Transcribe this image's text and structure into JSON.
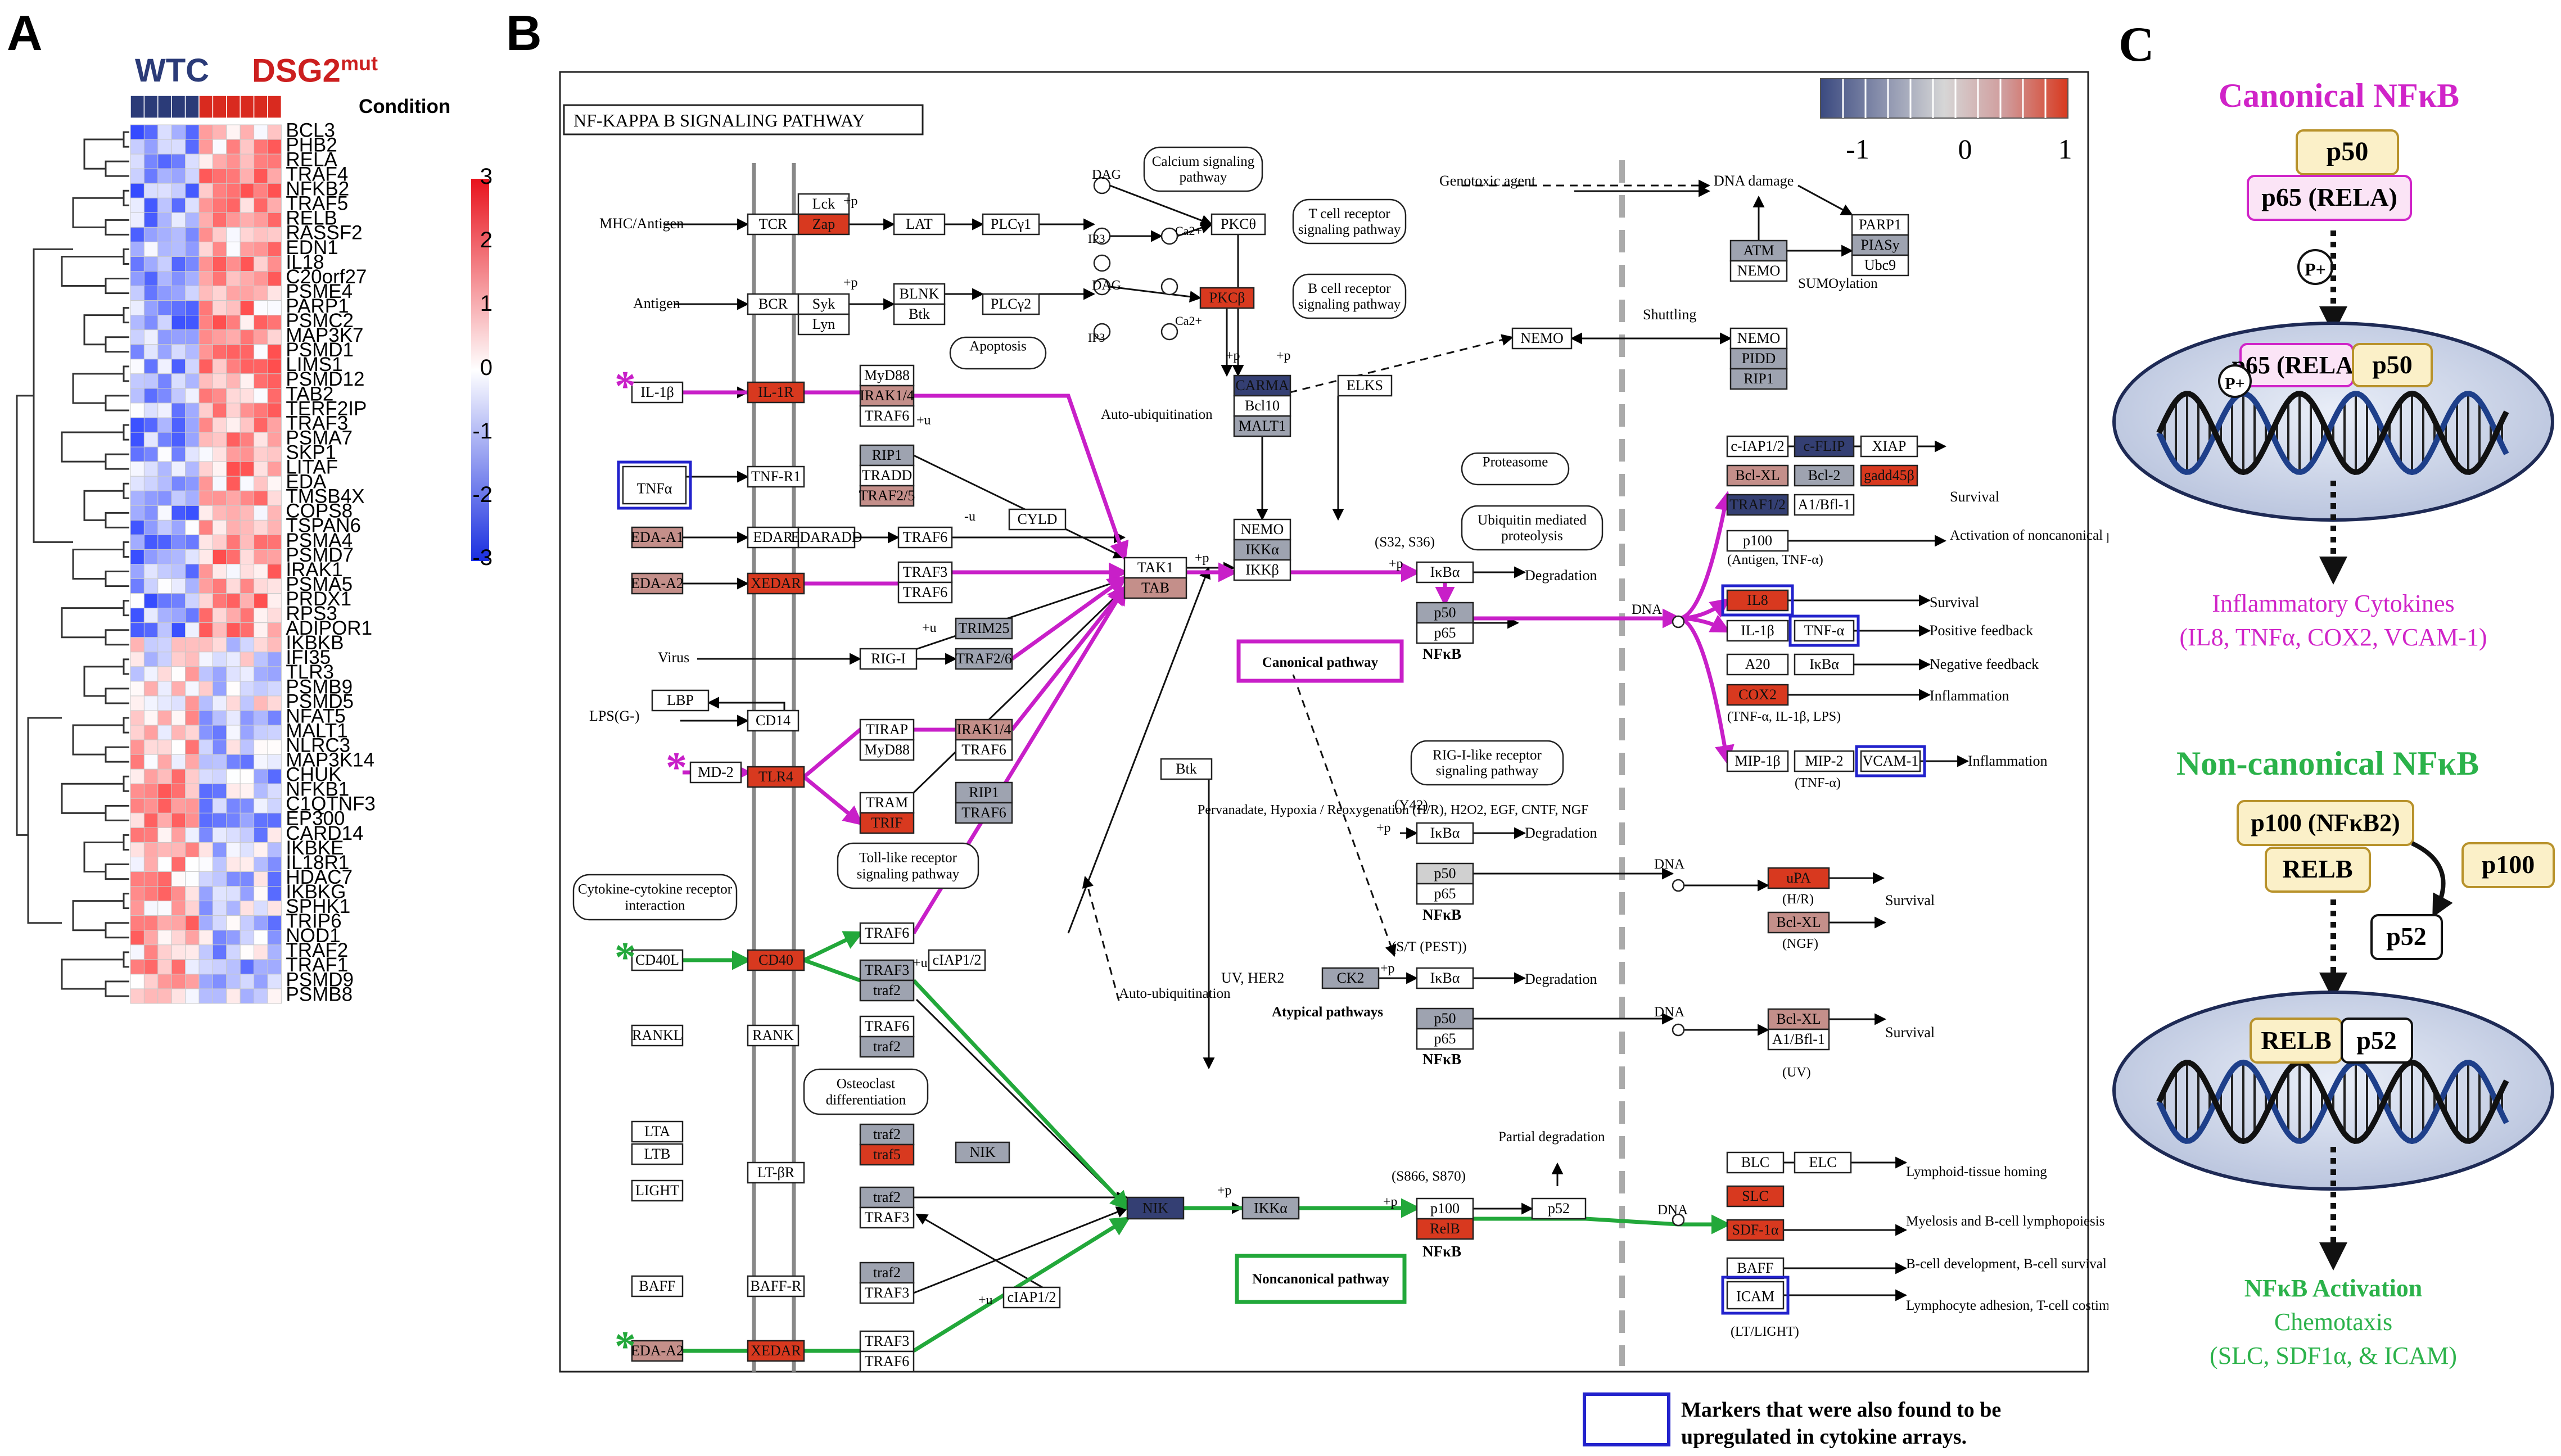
{
  "panel_letters": {
    "a": "A",
    "b": "B",
    "c": "C"
  },
  "heatmap": {
    "group_wt": "WTC",
    "group_mut": "DSG2",
    "group_mut_sup": "mut",
    "condition_label": "Condition",
    "scale_ticks": [
      "3",
      "2",
      "1",
      "0",
      "-1",
      "-2",
      "-3"
    ],
    "colors": {
      "high": "#e8131d",
      "mid": "#ffffff",
      "low": "#1a2fe0",
      "wt_bar": "#2b3b78",
      "mut_bar": "#d92a1f"
    },
    "genes": [
      "BCL3",
      "PHB2",
      "RELA",
      "TRAF4",
      "NFKB2",
      "TRAF5",
      "RELB",
      "RASSF2",
      "EDN1",
      "IL18",
      "C20orf27",
      "PSME4",
      "PARP1",
      "PSMC2",
      "MAP3K7",
      "PSMD1",
      "LIMS1",
      "PSMD12",
      "TAB2",
      "TERF2IP",
      "TRAF3",
      "PSMA7",
      "SKP1",
      "LITAF",
      "EDA",
      "TMSB4X",
      "COPS8",
      "TSPAN6",
      "PSMA4",
      "PSMD7",
      "IRAK1",
      "PSMA5",
      "PRDX1",
      "RPS3",
      "ADIPOR1",
      "IKBKB",
      "IFI35",
      "TLR3",
      "PSMB9",
      "PSMD5",
      "NFAT5",
      "MALT1",
      "NLRC3",
      "MAP3K14",
      "CHUK",
      "NFKB1",
      "C1QTNF3",
      "EP300",
      "CARD14",
      "IKBKE",
      "IL18R1",
      "HDAC7",
      "IKBKG",
      "SPHK1",
      "TRIP6",
      "NOD1",
      "TRAF2",
      "TRAF1",
      "PSMD9",
      "PSMB8"
    ]
  },
  "pathway": {
    "title": "NF-KAPPA B SIGNALING PATHWAY",
    "scale_ticks": [
      "-1",
      "0",
      "1"
    ],
    "legend_text_line1": "Markers that were also found to be",
    "legend_text_line2": "upregulated in cytokine arrays.",
    "colors": {
      "magenta": "#c81fc8",
      "green": "#22a83a",
      "red": "#d8391f",
      "salmon": "#c48f8a",
      "gray": "#9ea3b0",
      "navy": "#343f73",
      "blue_box": "#2222cc"
    },
    "labels": {
      "mhc": "MHC/Antigen",
      "antigen": "Antigen",
      "tcr": "TCR",
      "lck": "Lck",
      "zap": "Zap",
      "lat": "LAT",
      "plcg1": "PLCγ1",
      "bcr": "BCR",
      "syk": "Syk",
      "lyn": "Lyn",
      "blnk": "BLNK",
      "btk": "Btk",
      "plcg2": "PLCγ2",
      "dag": "DAG",
      "ip3": "IP3",
      "ca": "Ca2+",
      "pkct": "PKCθ",
      "pkcb": "PKCβ",
      "calcium": "Calcium signaling pathway",
      "tcell": "T cell receptor signaling pathway",
      "bcell": "B cell receptor signaling pathway",
      "carma": "CARMA",
      "bcl10": "Bcl10",
      "malt1": "MALT1",
      "elks": "ELKS",
      "apoptosis": "Apoptosis",
      "il1b": "IL-1β",
      "il1r": "IL-1R",
      "myd88": "MyD88",
      "irak14": "IRAK1/4",
      "traf6": "TRAF6",
      "autoubiq": "Auto-ubiquitination",
      "ciap": "cIAP1/2",
      "tnfa": "TNFα",
      "tnfr1": "TNF-R1",
      "rip1": "RIP1",
      "tradd": "TRADD",
      "traf25": "TRAF2/5",
      "edaa1": "EDA-A1",
      "edar": "EDAR",
      "edaradd": "EDARADD",
      "cyld": "CYLD",
      "edaa2": "EDA-A2",
      "xedar": "XEDAR",
      "traf3": "TRAF3",
      "tak1": "TAK1",
      "tab": "TAB",
      "nemo": "NEMO",
      "ikka": "IKKα",
      "ikkb": "IKKβ",
      "plus_p": "+p",
      "plus_u": "+u",
      "minus_u": "-u",
      "virus": "Virus",
      "trim25": "TRIM25",
      "rigi": "RIG-I",
      "traf26": "TRAF2/6",
      "lbp": "LBP",
      "lps": "LPS(G-)",
      "cd14": "CD14",
      "md2": "MD-2",
      "tlr4": "TLR4",
      "tirap": "TIRAP",
      "tram": "TRAM",
      "trif": "TRIF",
      "tollpath": "Toll-like receptor signaling pathway",
      "cytokine": "Cytokine-cytokine receptor interaction",
      "cd40l": "CD40L",
      "cd40": "CD40",
      "rankl": "RANKL",
      "rank": "RANK",
      "osteo": "Osteoclast differentiation",
      "lta": "LTA",
      "ltb": "LTB",
      "light": "LIGHT",
      "ltbr": "LT-βR",
      "nik": "NIK",
      "baff": "BAFF",
      "baffr": "BAFF-R",
      "genotoxic": "Genotoxic agent",
      "dnadamage": "DNA damage",
      "atm": "ATM",
      "parp1": "PARP1",
      "piasy": "PIASy",
      "ubc9": "Ubc9",
      "sumo": "SUMOylation",
      "shuttling": "Shuttling",
      "pidd": "PIDD",
      "proteasome": "Proteasome",
      "ubprot": "Ubiquitin mediated proteolysis",
      "s3236": "(S32, S36)",
      "ikba": "IκBα",
      "degradation": "Degradation",
      "p50": "p50",
      "p65": "p65",
      "nfkb": "NFκB",
      "canonical": "Canonical pathway",
      "dna": "DNA",
      "ciap12": "c-IAP1/2",
      "cflip": "c-FLIP",
      "xiap": "XIAP",
      "bclxl": "Bcl-XL",
      "bcl2": "Bcl-2",
      "gadd45b": "gadd45β",
      "traf12": "TRAF1/2",
      "a1bfl1": "A1/Bfl-1",
      "survival": "Survival",
      "activation": "Activation of noncanonical pathway",
      "antigen_tnf": "(Antigen, TNF-α)",
      "il8": "IL8",
      "il1b2": "IL-1β",
      "tnfa2": "TNF-α",
      "posfb": "Positive feedback",
      "a20": "A20",
      "negfb": "Negative feedback",
      "cox2": "COX2",
      "inflammation": "Inflammation",
      "tnf_il_lps": "(TNF-α, IL-1β, LPS)",
      "mip1b": "MIP-1β",
      "mip2": "MIP-2",
      "vcam1": "VCAM-1",
      "tnfa_paren": "(TNF-α)",
      "riglike": "RIG-I-like receptor signaling pathway",
      "perv": "Pervanadate, Hypoxia / Reoxygenation (H/R), H2O2, EGF, CNTF, NGF",
      "y42": "(Y42)",
      "upa": "uPA",
      "hr": "(H/R)",
      "ngf": "(NGF)",
      "stpest": "(S/T (PEST))",
      "uvher2": "UV, HER2",
      "ck2": "CK2",
      "atypical": "Atypical pathways",
      "uv": "(UV)",
      "partial": "Partial degradation",
      "s866": "(S866, S870)",
      "p100": "p100",
      "relb": "RelB",
      "p52": "p52",
      "noncanonical": "Noncanonical pathway",
      "blc": "BLC",
      "elc": "ELC",
      "slc": "SLC",
      "sdf1a": "SDF-1α",
      "icam": "ICAM",
      "ltlight": "(LT/LIGHT)",
      "lymphoid": "Lymphoid-tissue homing",
      "myelo": "Myelosis and B-cell lymphopoiesis",
      "bcelldev": "B-cell development, B-cell survival",
      "lymphoadh": "Lymphocyte adhesion, T-cell costimulation",
      "asterisk": "*"
    }
  },
  "model": {
    "canonical_title": "Canonical NFκB",
    "p50": "p50",
    "p65": "p65 (RELA)",
    "pplus": "P+",
    "canonical_out_line1": "Inflammatory Cytokines",
    "canonical_out_line2": "(IL8, TNFα, COX2, VCAM-1)",
    "noncanonical_title": "Non-canonical NFκB",
    "p100": "p100 (NFκB2)",
    "relb": "RELB",
    "p100b": "p100",
    "p52": "p52",
    "noncanonical_out_line1": "NFκB Activation",
    "noncanonical_out_line2": "Chemotaxis",
    "noncanonical_out_line3": "(SLC, SDF1α, & ICAM)",
    "colors": {
      "magenta": "#d024c8",
      "green": "#2bb24a",
      "protein_fill": "#fbf0c8",
      "protein_border": "#b8922b",
      "cell_fill": "#d5dcec"
    }
  }
}
